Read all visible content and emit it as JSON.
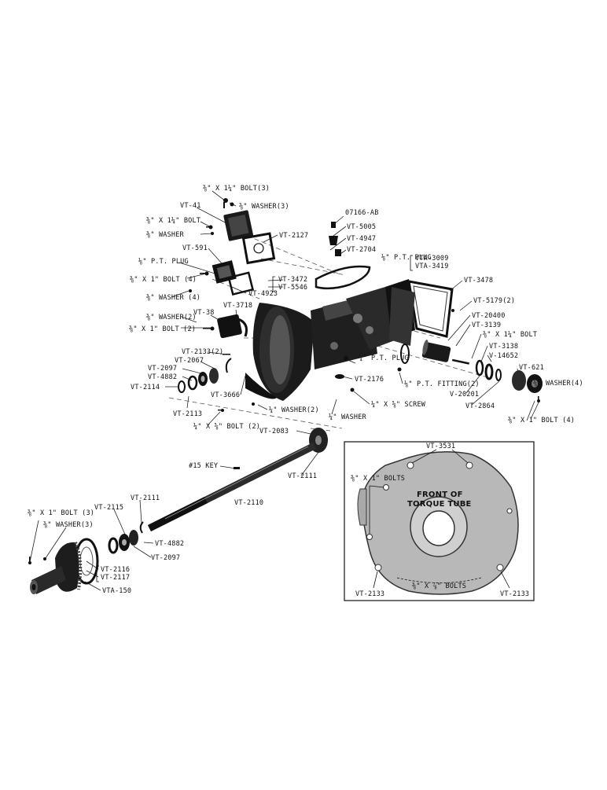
{
  "labels": {
    "bolt_top": "⅜\" X 1¼\" BOLT(3)",
    "washer3_top": "⅜\" WASHER(3)",
    "vt41": "VT-41",
    "bolt_left": "⅜\" X 1¼\" BOLT",
    "washer_left": "⅜\" WASHER",
    "vt2127": "VT-2127",
    "o7166": "07166-AB",
    "vt5005": "VT-5005",
    "vt4947": "VT-4947",
    "vt2704": "VT-2704",
    "vt591": "VT-591",
    "pt_plug_left": "⅛\" P.T. PLUG",
    "bolt4_left": "⅜\" X 1\" BOLT (4)",
    "washer4_left": "⅜\" WASHER (4)",
    "pt_plug_top": "⅛\" P.T. PLUG",
    "vta3009": "VTA-3009",
    "vta3419": "VTA-3419",
    "vt3472": "VT-3472",
    "vt5546": "VT-5546",
    "vt3478": "VT-3478",
    "vt4923": "VT-4923",
    "vt3718": "VT-3718",
    "vt38": "VT-38",
    "washer2": "⅜\" WASHER(2)",
    "bolt2": "⅜\" X 1\" BOLT (2)",
    "vt5179": "VT-5179(2)",
    "vt20400": "VT-20400",
    "vt3139": "VT-3139",
    "bolt_right": "⅜\" X 1¼\" BOLT",
    "vt3138": "VT-3138",
    "vt14652": "V-14652",
    "vt621": "VT-621",
    "washer4_right": "⅜\" WASHER(4)",
    "vt2133_2": "VT-2133(2)",
    "vt2067": "VT-2067",
    "vt2097_top": "VT-2097",
    "vt4882_top": "VT-4882",
    "vt2114": "VT-2114",
    "vt2113": "VT-2113",
    "vt3666": "VT-3666",
    "washer_2b": "¼\" WASHER(2)",
    "bolt_2b": "¼\" X ⅝\" BOLT (2)",
    "pt_plug_mid": "¼\" P.T. PLUG",
    "vt2176": "VT-2176",
    "pt_fitting": "⅛\" P.T. FITTING(2)",
    "screw": "¼\" X ⅝\" SCREW",
    "washer_mid": "¼\" WASHER",
    "v20201": "V-20201",
    "vt2864": "VT-2864",
    "bolt4_right": "⅜\" X 1\" BOLT (4)",
    "vt2083": "VT-2083",
    "key15": "#15 KEY",
    "vt2111_a": "VT-2111",
    "vt2110": "VT-2110",
    "vt2111_b": "VT-2111",
    "bolt3_low": "⅜\" X 1\" BOLT (3)",
    "washer3_low": "⅜\" WASHER(3)",
    "vt2115": "VT-2115",
    "vt4882_low": "VT-4882",
    "vt2097_low": "VT-2097",
    "vt2116": "VT-2116",
    "vt2117": "VT-2117",
    "vta150": "VTA-150"
  },
  "inset": {
    "vt3531": "VT-3531",
    "bolts_left": "⅜\" X 1\" BOLTS",
    "title_line1": "FRONT OF",
    "title_line2": "TORQUE TUBE",
    "vt2133_left": "VT-2133",
    "bolts_bottom": "⅜\" X ⅞\" BOLTS",
    "vt2133_right": "VT-2133"
  }
}
